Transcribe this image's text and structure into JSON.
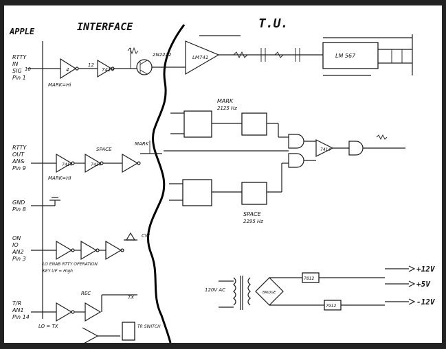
{
  "header": {
    "apple": "APPLE",
    "interface": "INTERFACE",
    "tu": "T.U."
  },
  "left_labels": [
    [
      "RTTY",
      "IN",
      "SIG",
      "Pin 1"
    ],
    [
      "RTTY",
      "OUT",
      "AN&",
      "Pin 9"
    ],
    [
      "GND",
      "Pin 8"
    ],
    [
      "ON",
      "IO",
      "AN2",
      "Pin 3"
    ],
    [
      "T/R",
      "AN1",
      "Pin 14"
    ]
  ],
  "notes": {
    "mark_hi_1": "MARK=Hi",
    "mark_hi_2": "MARK=HI",
    "lo_enable": "LO ENAB RTTY OPERATION",
    "key_up": "KEY UP = High",
    "lo_tx": "LO = TX"
  },
  "parts": {
    "transistor": "2N2222",
    "opamp": "LM741",
    "ic_right": "LM 567",
    "mark_filter": "MARK",
    "mark_freq": "2125 Hz",
    "space_filter": "SPACE",
    "space_freq": "2295 Hz",
    "space_small": "SPACE",
    "mark_small": "MARK",
    "gate": "7414",
    "cw": "CW",
    "rec": "REC",
    "tx": "TX",
    "tx_switch": "TR SWITCH",
    "ac": "120V AC",
    "reg1": "7812",
    "reg2": "7912",
    "bridge": "BRIDGE"
  },
  "outputs": {
    "plus12": "+12V",
    "plus5": "+5V",
    "minus12": "-12V"
  }
}
